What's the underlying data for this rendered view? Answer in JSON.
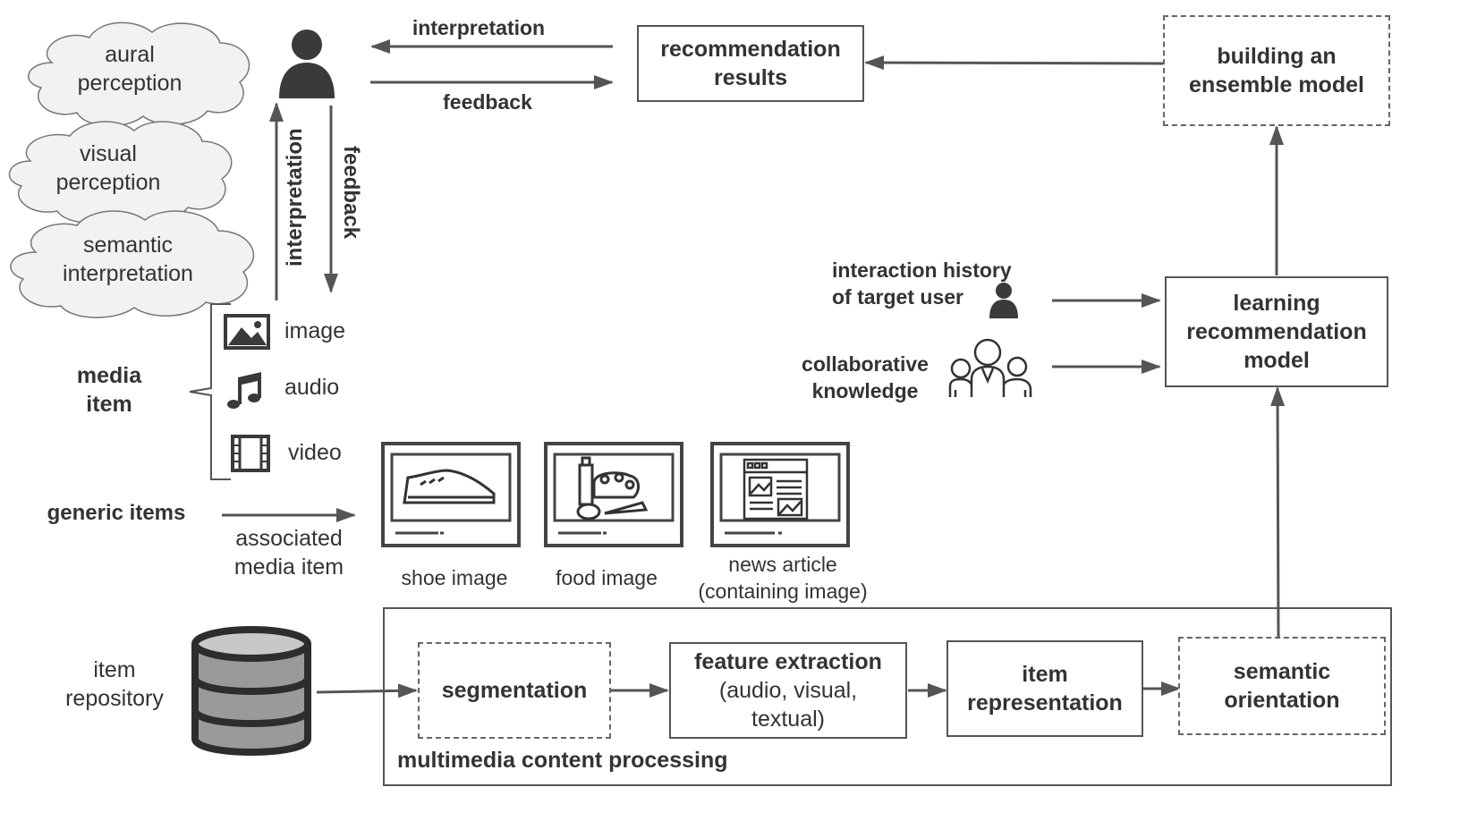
{
  "user_flow": {
    "interpretation_top": "interpretation",
    "feedback_top": "feedback",
    "interpretation_vertical": "interpretation",
    "feedback_vertical": "feedback"
  },
  "clouds": [
    {
      "line1": "aural",
      "line2": "perception"
    },
    {
      "line1": "visual",
      "line2": "perception"
    },
    {
      "line1": "semantic",
      "line2": "interpretation"
    }
  ],
  "boxes": {
    "recommendation_results": {
      "line1": "recommendation",
      "line2": "results"
    },
    "ensemble_model": {
      "line1": "building an",
      "line2": "ensemble model"
    },
    "learning_model": {
      "line1": "learning",
      "line2": "recommendation",
      "line3": "model"
    },
    "segmentation": {
      "line1": "segmentation"
    },
    "feature_extraction": {
      "line1": "feature extraction",
      "line2": "(audio, visual,",
      "line3": "textual)"
    },
    "item_representation": {
      "line1": "item",
      "line2": "representation"
    },
    "semantic_orientation": {
      "line1": "semantic",
      "line2": "orientation"
    },
    "multimedia_processing_label": "multimedia content processing"
  },
  "inputs": {
    "interaction_history": {
      "line1": "interaction history",
      "line2": "of target user"
    },
    "collaborative": {
      "line1": "collaborative",
      "line2": "knowledge"
    }
  },
  "media_item": {
    "label_line1": "media",
    "label_line2": "item",
    "types": [
      {
        "label": "image",
        "icon": "image-icon"
      },
      {
        "label": "audio",
        "icon": "music-note-icon"
      },
      {
        "label": "video",
        "icon": "film-icon"
      }
    ]
  },
  "generic_items": {
    "label": "generic items",
    "arrow_label_line1": "associated",
    "arrow_label_line2": "media item",
    "examples": [
      {
        "caption_line1": "shoe image",
        "caption_line2": "",
        "icon": "shoe-icon"
      },
      {
        "caption_line1": "food image",
        "caption_line2": "",
        "icon": "food-icon"
      },
      {
        "caption_line1": "news article",
        "caption_line2": "(containing image)",
        "icon": "news-article-icon"
      }
    ]
  },
  "repository": {
    "line1": "item",
    "line2": "repository",
    "icon": "database-icon"
  },
  "colors": {
    "stroke": "#555555",
    "text": "#333333",
    "cloud_fill": "#f2f2f2",
    "icon": "#3a3a3a"
  }
}
